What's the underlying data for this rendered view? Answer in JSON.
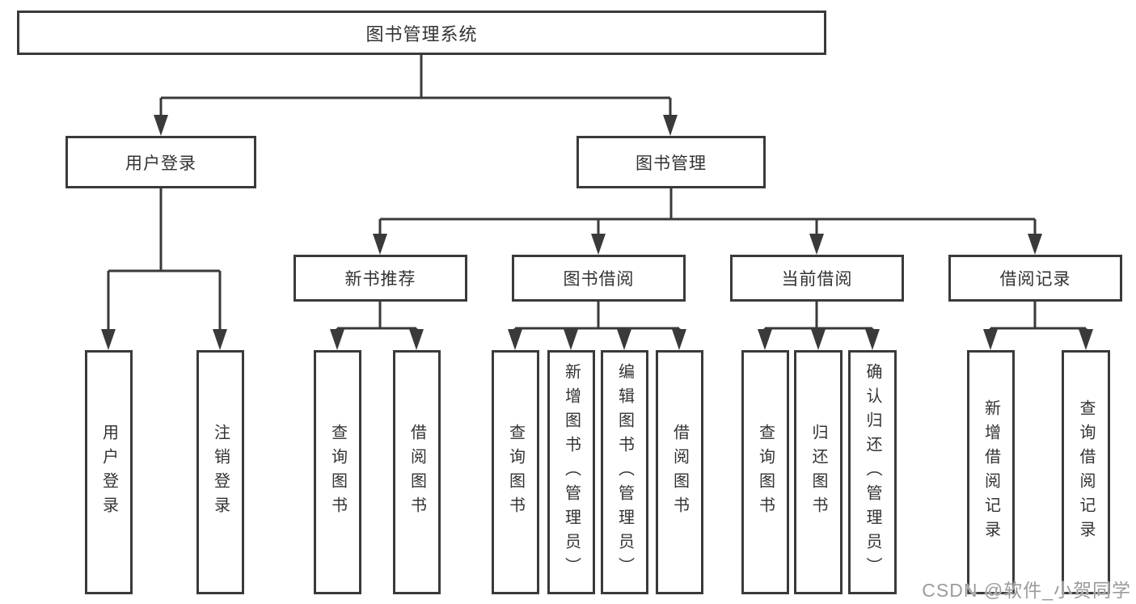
{
  "tree": {
    "root": "图书管理系统",
    "children": [
      {
        "label": "用户登录",
        "children": [
          "用户登录",
          "注销登录"
        ]
      },
      {
        "label": "图书管理",
        "children": [
          {
            "label": "新书推荐",
            "children": [
              "查询图书",
              "借阅图书"
            ]
          },
          {
            "label": "图书借阅",
            "children": [
              "查询图书",
              "新增图书（管理员）",
              "编辑图书（管理员）",
              "借阅图书"
            ]
          },
          {
            "label": "当前借阅",
            "children": [
              "查询图书",
              "归还图书",
              "确认归还（管理员）"
            ]
          },
          {
            "label": "借阅记录",
            "children": [
              "新增借阅记录",
              "查询借阅记录"
            ]
          }
        ]
      }
    ]
  },
  "watermark": {
    "text": "CSDN @软件_小贺同学"
  },
  "colors": {
    "line": "#3a3a3a",
    "box_border": "#3a3a3a",
    "text": "#333333",
    "watermark": "#9b9b9b",
    "background": "#ffffff"
  }
}
